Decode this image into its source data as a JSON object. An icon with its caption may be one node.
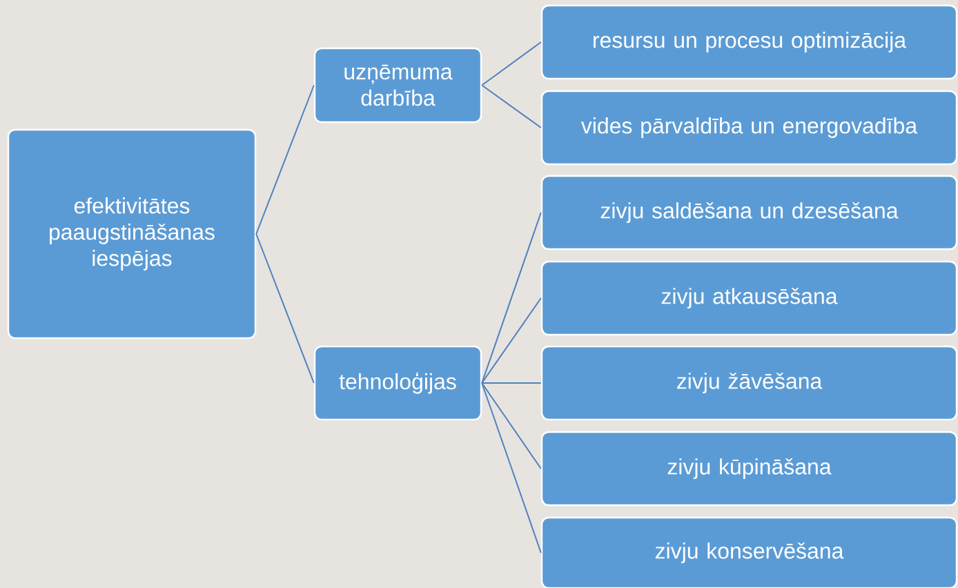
{
  "diagram": {
    "nodes": [
      {
        "text": [
          "efektivitātes paaugstināšanas iespējas"
        ]
      },
      {
        "text": [
          "uzņēmuma darbība"
        ]
      },
      {
        "text": [
          "resursu un procesu optimizācija"
        ]
      },
      {
        "text": [
          "vides pārvaldība un energovadība"
        ]
      },
      {
        "text": [
          "tehnoloģijas"
        ]
      },
      {
        "text": [
          "zivju saldēšana un dzesēšana"
        ]
      },
      {
        "text": [
          "zivju atkausēšana"
        ]
      },
      {
        "text": [
          "zivju žāvēšana"
        ]
      },
      {
        "text": [
          "zivju kūpināšana"
        ]
      },
      {
        "text": [
          "zivju konservēšana"
        ]
      }
    ],
    "edges": [
      {
        "from": 0,
        "to": 1,
        "arrow": "none"
      },
      {
        "from": 0,
        "to": 4,
        "arrow": "none"
      },
      {
        "from": 1,
        "to": 2,
        "arrow": "none"
      },
      {
        "from": 1,
        "to": 3,
        "arrow": "none"
      },
      {
        "from": 4,
        "to": 5,
        "arrow": "none"
      },
      {
        "from": 4,
        "to": 6,
        "arrow": "none"
      },
      {
        "from": 4,
        "to": 7,
        "arrow": "none"
      },
      {
        "from": 4,
        "to": 8,
        "arrow": "none"
      },
      {
        "from": 4,
        "to": 9,
        "arrow": "none"
      }
    ]
  }
}
